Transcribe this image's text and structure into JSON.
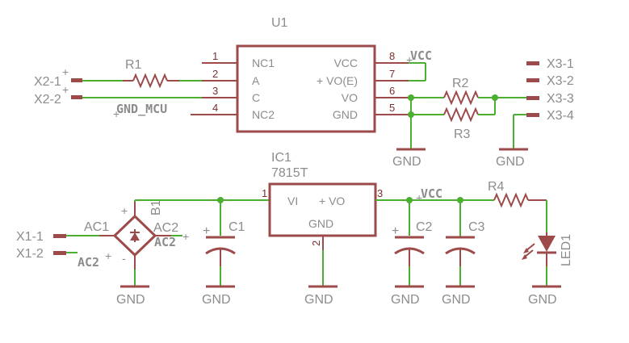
{
  "colors": {
    "wire": "#4caf30",
    "component": "#9c4a4a",
    "text": "#8c8c8c"
  },
  "u1": {
    "ref": "U1",
    "pins_left": [
      {
        "num": "1",
        "name": "NC1"
      },
      {
        "num": "2",
        "name": "A"
      },
      {
        "num": "3",
        "name": "C"
      },
      {
        "num": "4",
        "name": "NC2"
      }
    ],
    "pins_right": [
      {
        "num": "8",
        "name": "VCC"
      },
      {
        "num": "7",
        "name": "+ VO(E)"
      },
      {
        "num": "6",
        "name": "VO"
      },
      {
        "num": "5",
        "name": "GND"
      }
    ]
  },
  "ic1": {
    "ref": "IC1",
    "value": "7815T",
    "vi": "VI",
    "vo": "+ VO",
    "gnd": "GND",
    "pin1": "1",
    "pin2": "2",
    "pin3": "3"
  },
  "components": {
    "r1": "R1",
    "r2": "R2",
    "r3": "R3",
    "r4": "R4",
    "c1": "C1",
    "c2": "C2",
    "c3": "C3",
    "b1": "B1",
    "led1": "LED1"
  },
  "connectors": {
    "x2_1": "X2-1",
    "x2_2": "X2-2",
    "x3_1": "X3-1",
    "x3_2": "X3-2",
    "x3_3": "X3-3",
    "x3_4": "X3-4",
    "x1_1": "X1-1",
    "x1_2": "X1-2"
  },
  "nets": {
    "vcc": "VCC",
    "gnd": "GND",
    "gnd_mcu": "GND_MCU",
    "ac1": "AC1",
    "ac2": "AC2",
    "plus": "+",
    "minus": "-"
  }
}
